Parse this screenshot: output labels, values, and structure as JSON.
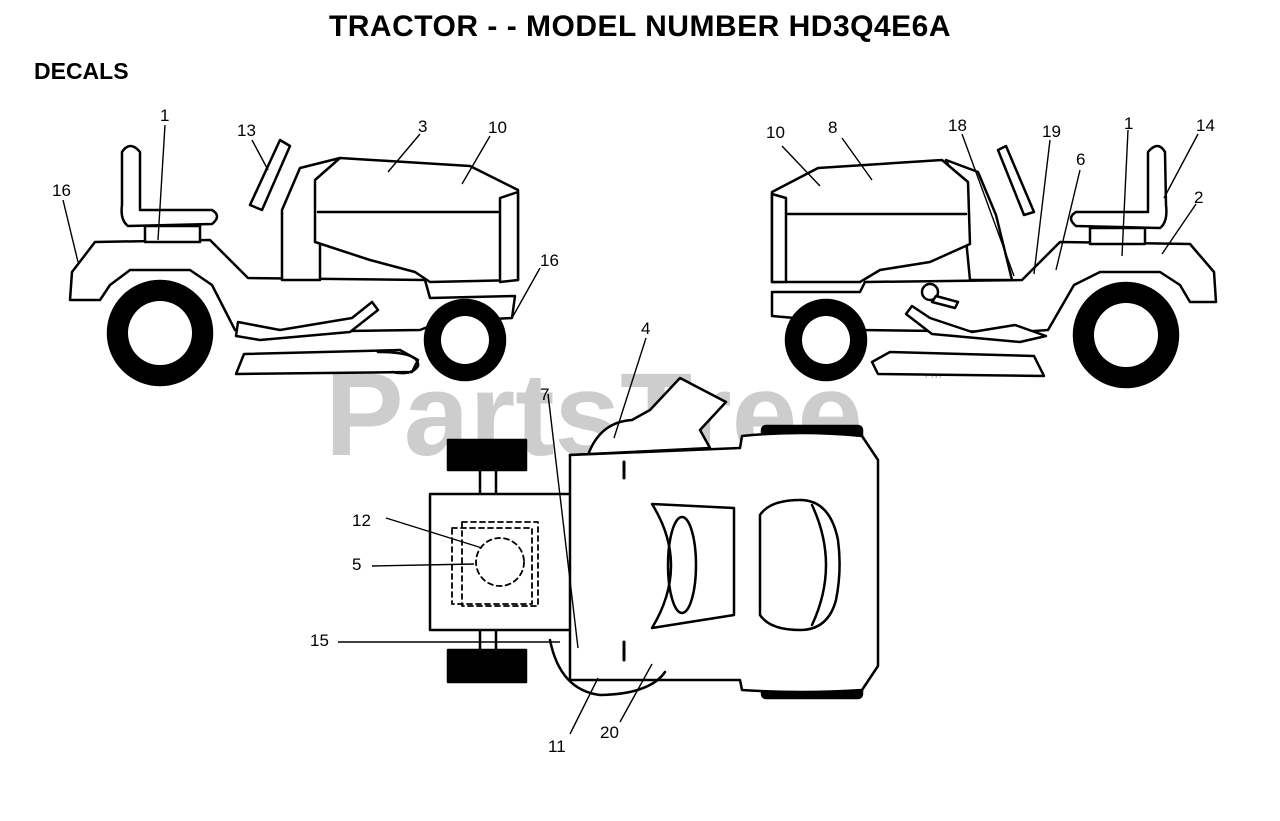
{
  "title": "TRACTOR - - MODEL NUMBER HD3Q4E6A",
  "section": "DECALS",
  "watermark": {
    "text": "PartsTree",
    "tm": "TM"
  },
  "views": {
    "left_side": {
      "callouts": [
        "1",
        "13",
        "3",
        "10",
        "16",
        "16"
      ]
    },
    "right_side": {
      "callouts": [
        "10",
        "8",
        "18",
        "19",
        "1",
        "14",
        "6",
        "2"
      ]
    },
    "top": {
      "callouts": [
        "4",
        "7",
        "12",
        "5",
        "15",
        "11",
        "20"
      ]
    }
  },
  "colors": {
    "line": "#000000",
    "watermark": "#bdbdbd",
    "background": "#ffffff"
  }
}
